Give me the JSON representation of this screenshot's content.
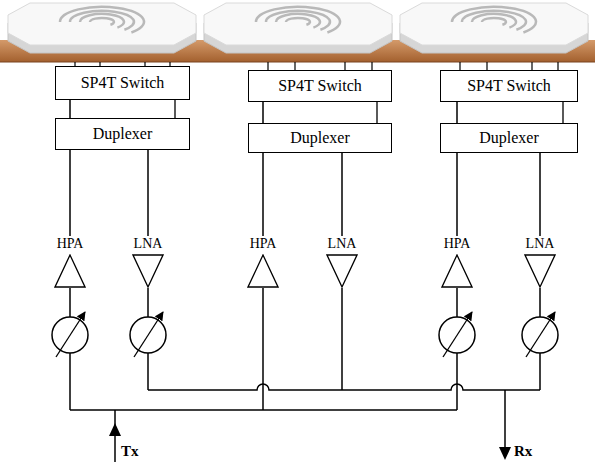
{
  "diagram": {
    "nodes": [
      {
        "text": [
          "SP4T Switch"
        ]
      },
      {
        "text": [
          "SP4T Switch"
        ]
      },
      {
        "text": [
          "SP4T Switch"
        ]
      },
      {
        "text": [
          "Duplexer"
        ]
      },
      {
        "text": [
          "Duplexer"
        ]
      },
      {
        "text": [
          "Duplexer"
        ]
      },
      {
        "text": [
          "HPA"
        ]
      },
      {
        "text": [
          "LNA"
        ]
      },
      {
        "text": [
          "HPA"
        ]
      },
      {
        "text": [
          "LNA"
        ]
      },
      {
        "text": [
          "HPA"
        ]
      },
      {
        "text": [
          "LNA"
        ]
      }
    ],
    "edges": [
      {
        "from": 0,
        "to": 3,
        "arrow": "none"
      },
      {
        "from": 1,
        "to": 4,
        "arrow": "none"
      },
      {
        "from": 2,
        "to": 5,
        "arrow": "none"
      },
      {
        "from": 3,
        "to": 6,
        "arrow": "none"
      },
      {
        "from": 3,
        "to": 7,
        "arrow": "none"
      },
      {
        "from": 4,
        "to": 8,
        "arrow": "none"
      },
      {
        "from": 4,
        "to": 9,
        "arrow": "none"
      },
      {
        "from": 5,
        "to": 10,
        "arrow": "none"
      },
      {
        "from": 5,
        "to": 11,
        "arrow": "none"
      }
    ],
    "labels": [
      "Tx",
      "Rx"
    ]
  }
}
